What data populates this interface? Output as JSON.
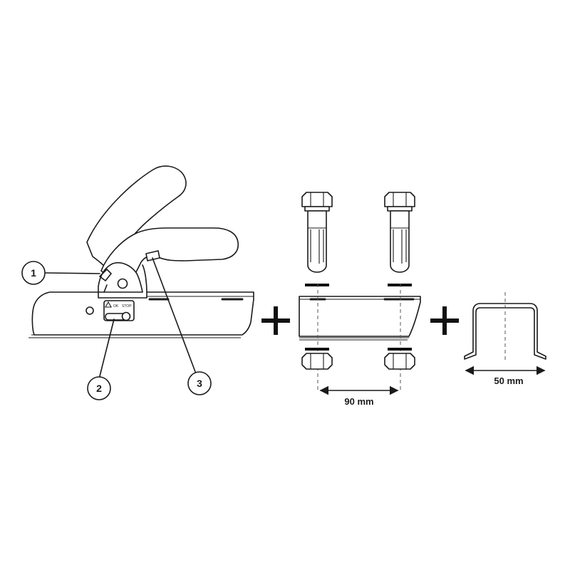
{
  "callouts": [
    "1",
    "2",
    "3"
  ],
  "dimensions": {
    "bolt_spacing": "90 mm",
    "profile_width": "50 mm"
  },
  "indicator": {
    "ok": "OK",
    "stop": "STOP"
  },
  "icons": [
    "coupling-head",
    "hex-bolt",
    "hex-nut",
    "u-profile",
    "plus-sign",
    "dimension-arrow"
  ]
}
